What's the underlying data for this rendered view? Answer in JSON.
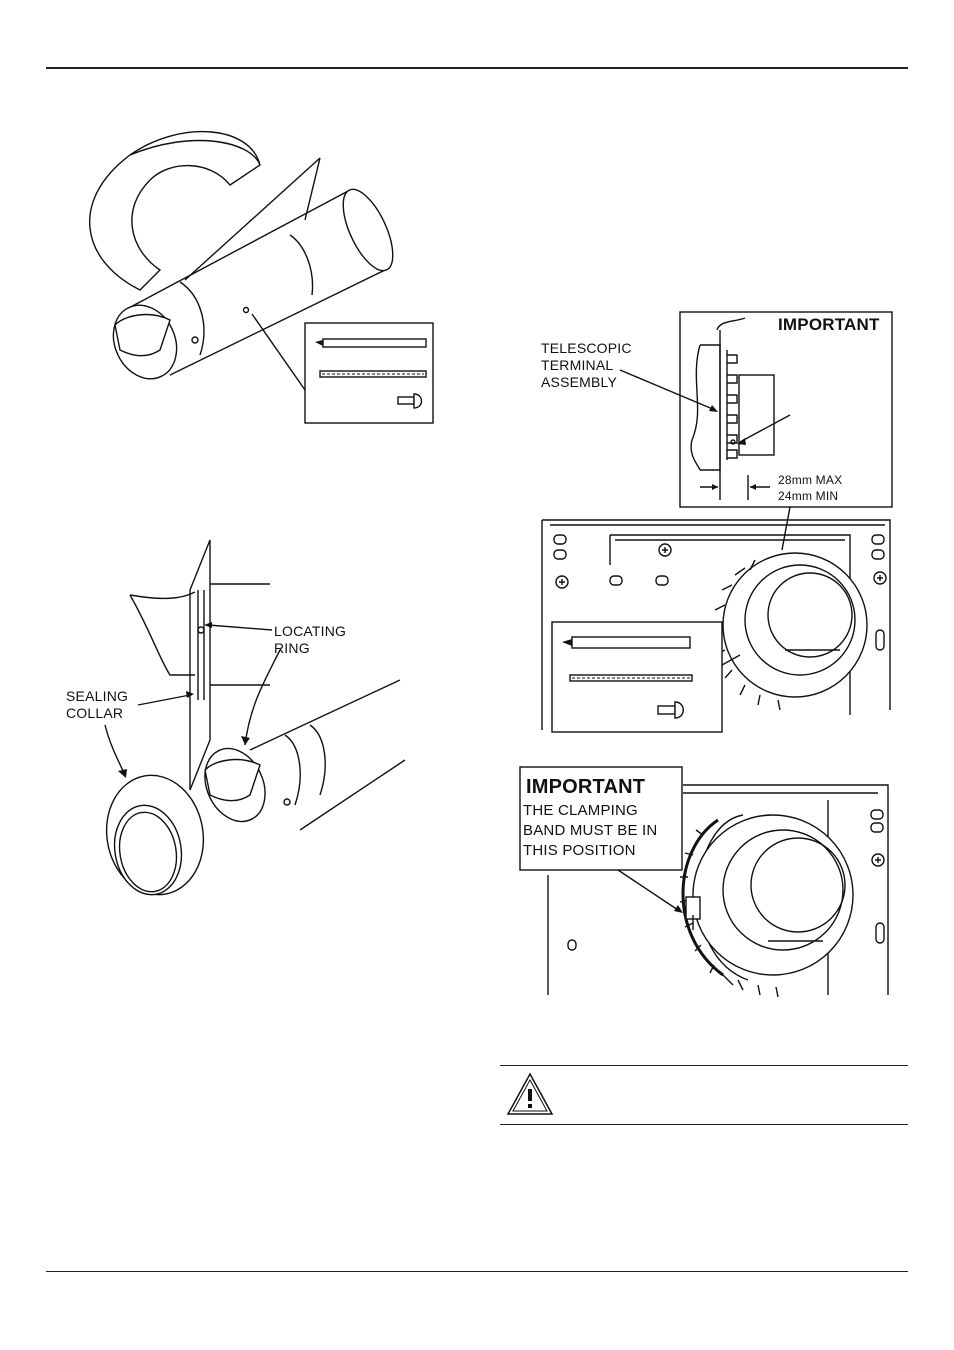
{
  "figure_sealing": {
    "label_locating": [
      "LOCATING",
      "RING"
    ],
    "label_sealing": [
      "SEALING",
      "COLLAR"
    ]
  },
  "figure_telescopic": {
    "important_title": "IMPORTANT",
    "label_assembly": [
      "TELESCOPIC",
      "TERMINAL",
      "ASSEMBLY"
    ],
    "dim_max": "28mm MAX",
    "dim_min": "24mm MIN"
  },
  "figure_clamp": {
    "important_title": "IMPORTANT",
    "lines": [
      "THE CLAMPING",
      "BAND MUST BE IN",
      "THIS POSITION"
    ]
  },
  "warning": {
    "icon": "warning-triangle-icon"
  }
}
